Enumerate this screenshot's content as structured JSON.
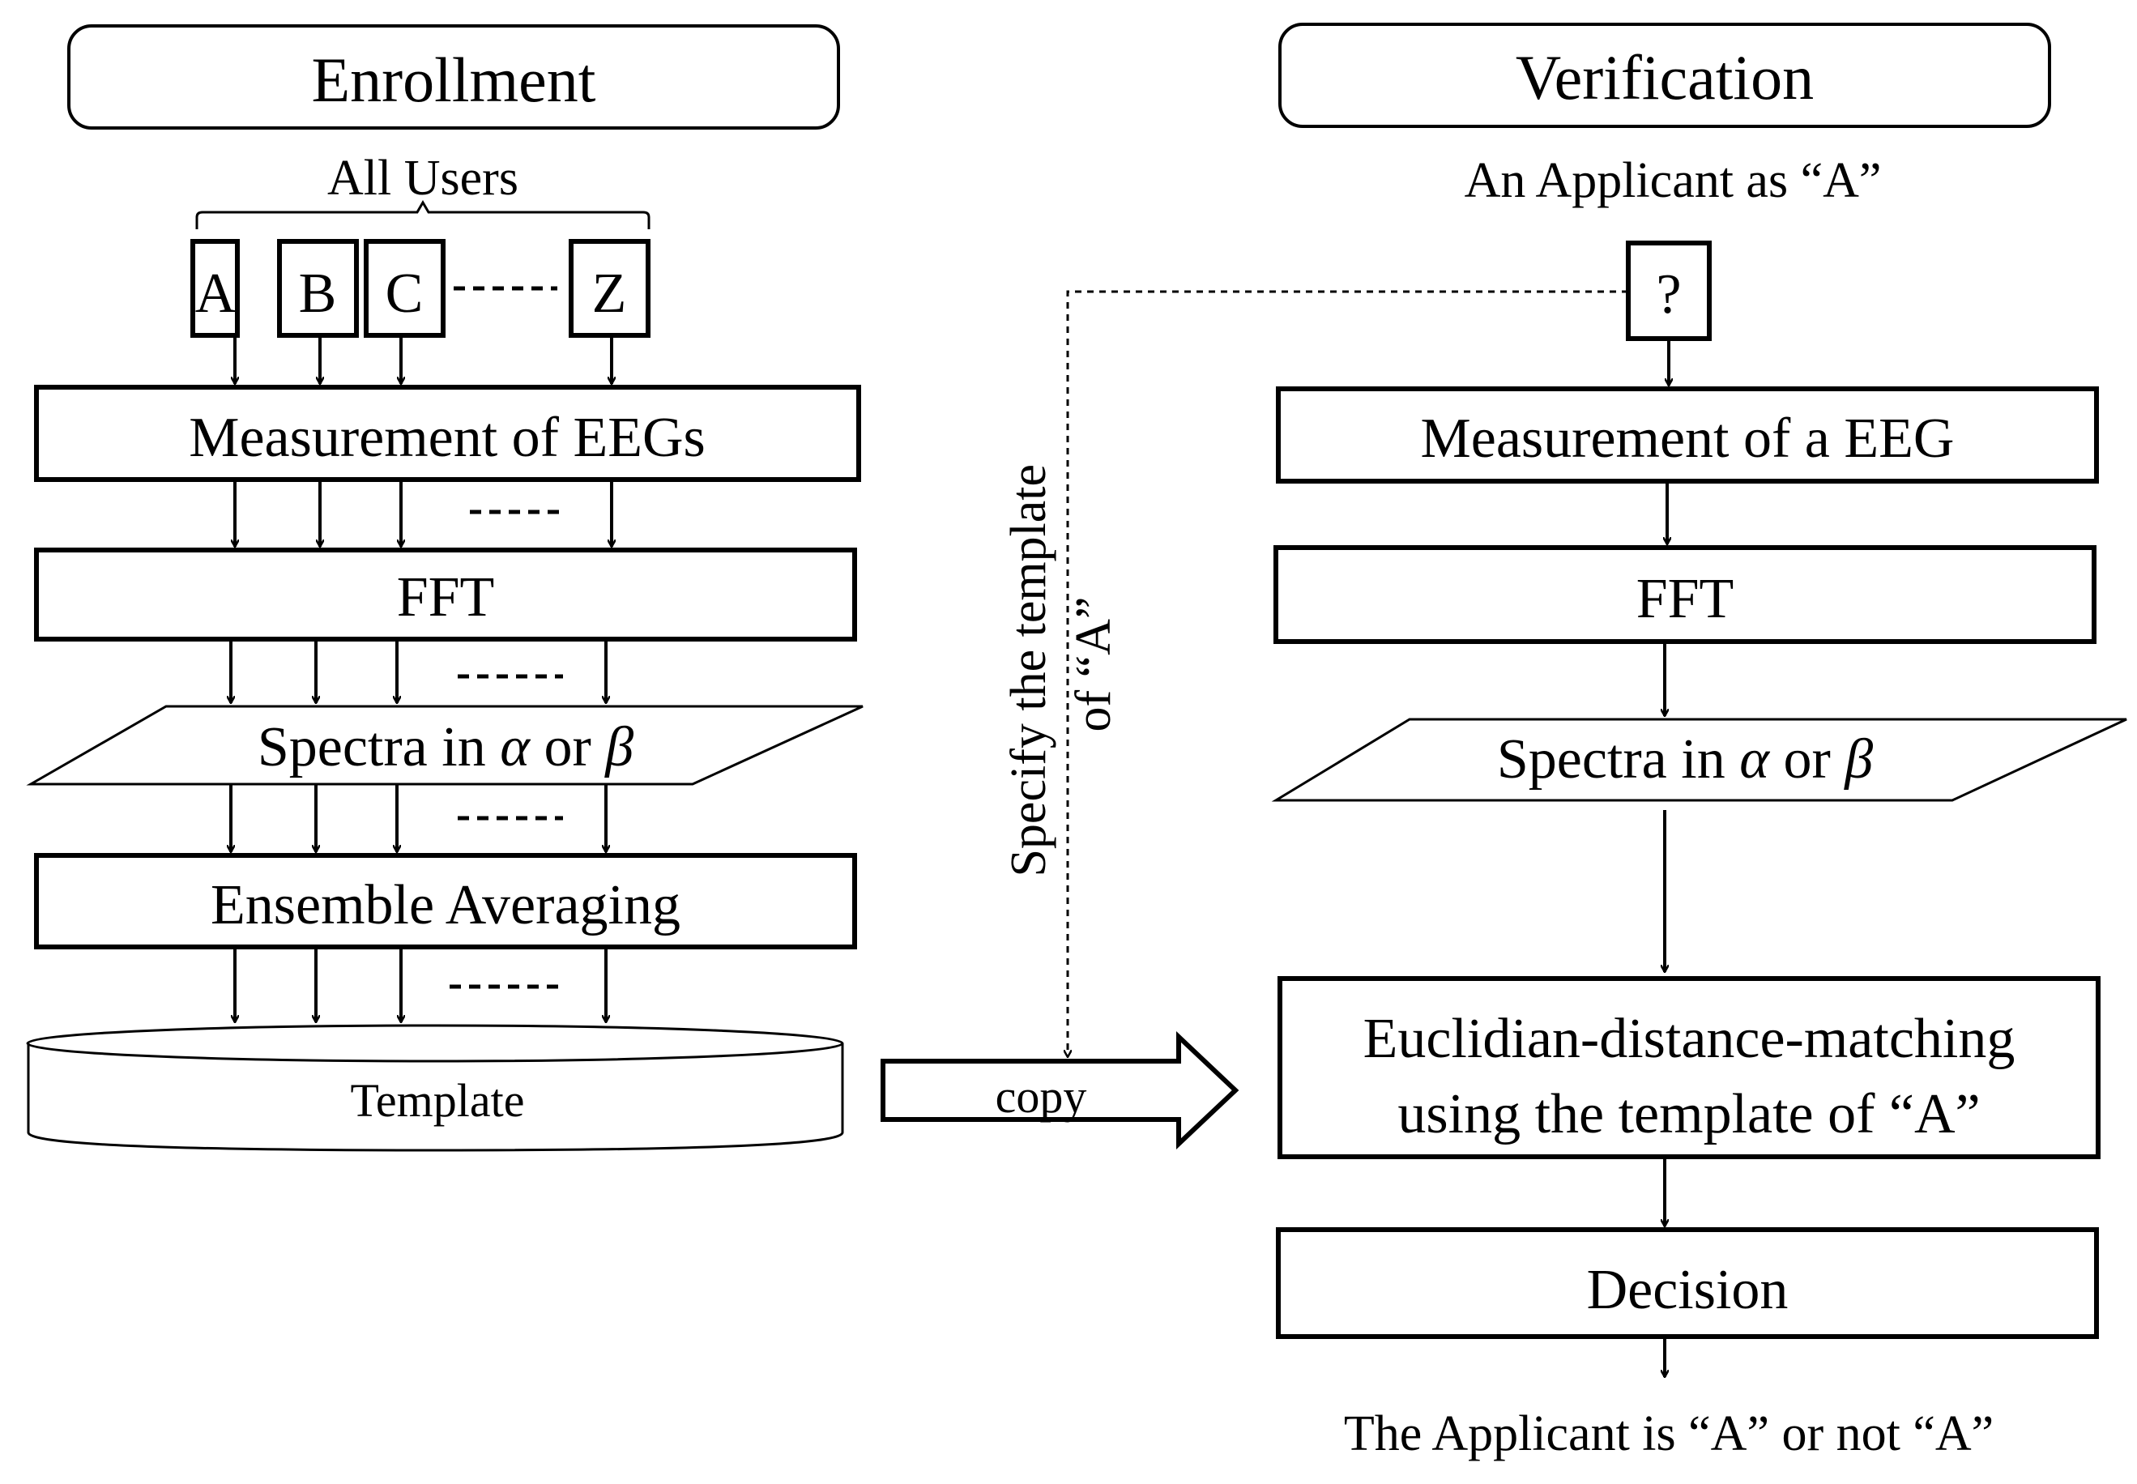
{
  "enrollment": {
    "title": "Enrollment",
    "users_label": "All Users",
    "users": [
      "A",
      "B",
      "C",
      "Z"
    ],
    "steps": {
      "measurement": "Measurement of EEGs",
      "fft": "FFT",
      "spectra_prefix": "Spectra in ",
      "alpha": "α",
      "or": " or ",
      "beta": "β",
      "averaging": "Ensemble Averaging",
      "template": "Template"
    }
  },
  "verification": {
    "title": "Verification",
    "applicant_label": "An Applicant as “A”",
    "applicant_box": "?",
    "steps": {
      "measurement": "Measurement of a EEG",
      "fft": "FFT",
      "spectra_prefix": "Spectra in ",
      "alpha": "α",
      "or": " or ",
      "beta": "β",
      "matching_line1": "Euclidian-distance-matching",
      "matching_line2": "using the template of “A”",
      "decision": "Decision"
    },
    "result": "The Applicant is “A” or not “A”"
  },
  "link": {
    "copy_label": "copy",
    "specify_line1": "Specify the template",
    "specify_line2": "of “A”"
  }
}
